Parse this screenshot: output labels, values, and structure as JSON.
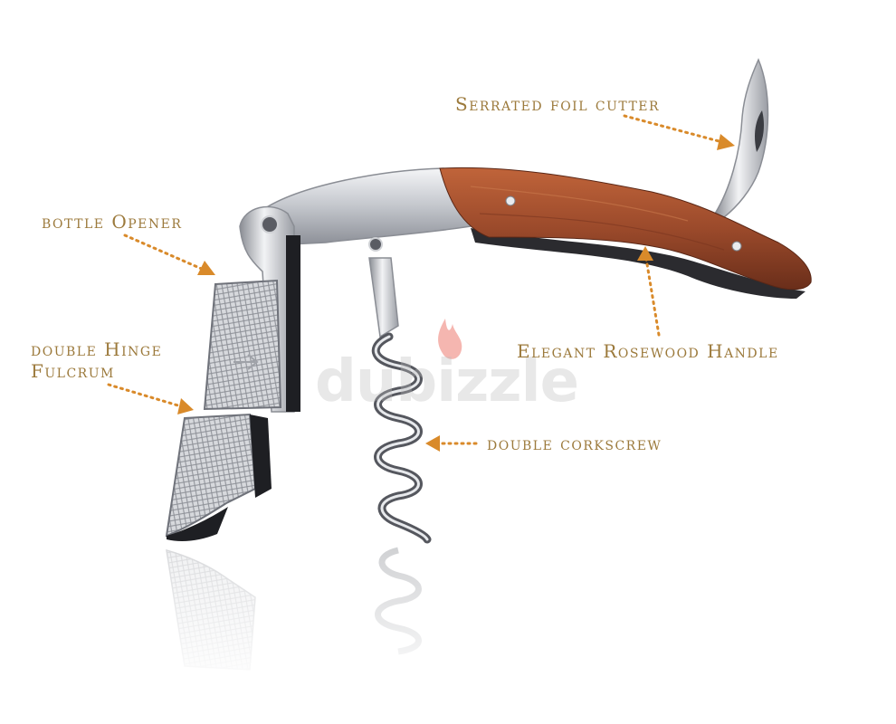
{
  "labels": {
    "foil_cutter": "Serrated foil cutter",
    "bottle_opener": "bottle Opener",
    "double_hinge_line1": "double Hinge",
    "double_hinge_line2": "Fulcrum",
    "rosewood_handle": "Elegant Rosewood Handle",
    "corkscrew": "double corkscrew"
  },
  "watermark": "dubizzle",
  "colors": {
    "label": "#9c7a3c",
    "arrow": "#d98a2a",
    "rosewood": "#9b4a2b",
    "steel": "#c9ccd1",
    "watermark_flame": "#e85d50"
  }
}
